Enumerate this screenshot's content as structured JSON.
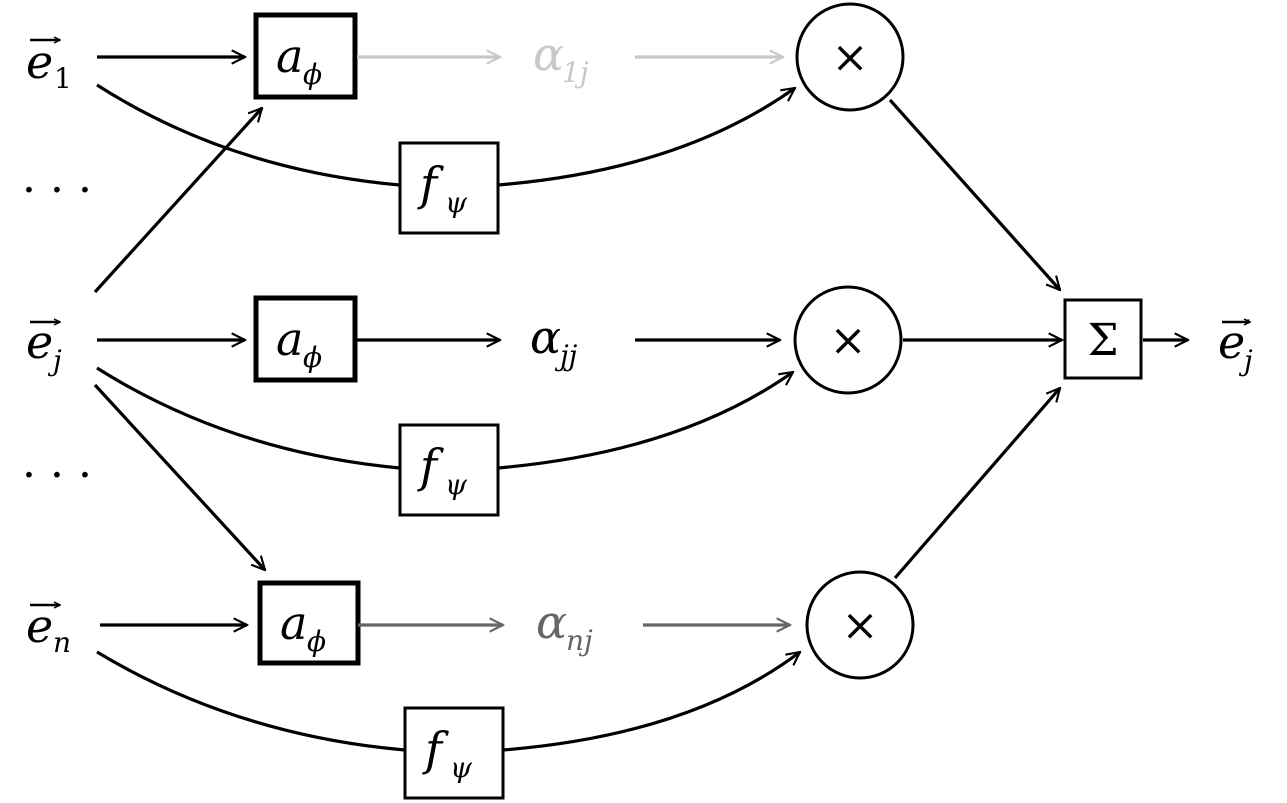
{
  "inputs": [
    {
      "base": "e",
      "sub": "1"
    },
    {
      "base": "e",
      "sub": "j"
    },
    {
      "base": "e",
      "sub": "n"
    }
  ],
  "ellipsis": "· · ·",
  "attention_fn": {
    "base": "a",
    "sub": "ϕ"
  },
  "value_fn": {
    "base": "f",
    "sub": "ψ"
  },
  "weights": [
    {
      "base": "α",
      "sub": "1j"
    },
    {
      "base": "α",
      "sub": "jj"
    },
    {
      "base": "α",
      "sub": "nj"
    }
  ],
  "multiply": "×",
  "sum": "Σ",
  "output": {
    "base": "e",
    "prime": "′",
    "sub": "j"
  },
  "colors": {
    "main": "#000000",
    "weight_1j": "#c8c8c8",
    "weight_nj": "#666666"
  }
}
